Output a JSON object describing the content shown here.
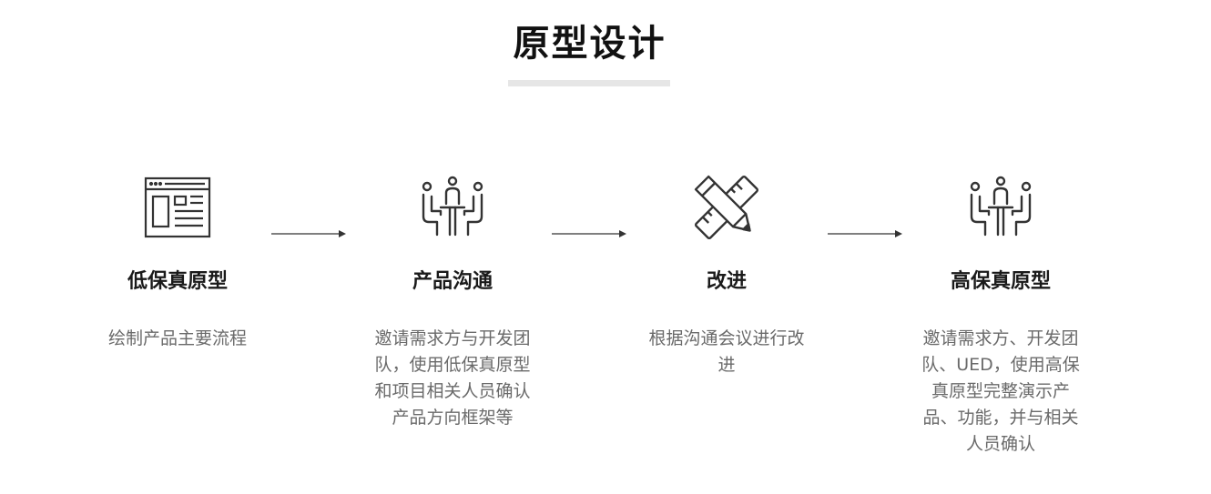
{
  "page": {
    "title": "原型设计"
  },
  "steps": [
    {
      "icon": "wireframe-window-icon",
      "title": "低保真原型",
      "description": "绘制产品主要流程"
    },
    {
      "icon": "meeting-people-icon",
      "title": "产品沟通",
      "description": "邀请需求方与开发团队，使用低保真原型和项目相关人员确认产品方向框架等"
    },
    {
      "icon": "pencil-ruler-cross-icon",
      "title": "改进",
      "description": "根据沟通会议进行改进"
    },
    {
      "icon": "meeting-people-icon",
      "title": "高保真原型",
      "description": "邀请需求方、开发团队、UED，使用高保真原型完整演示产品、功能，并与相关人员确认"
    }
  ],
  "colors": {
    "title": "#111111",
    "step_title": "#1a1a1a",
    "description": "#6a6a6a",
    "icon_stroke": "#333333",
    "underline": "#e6e6e6"
  }
}
